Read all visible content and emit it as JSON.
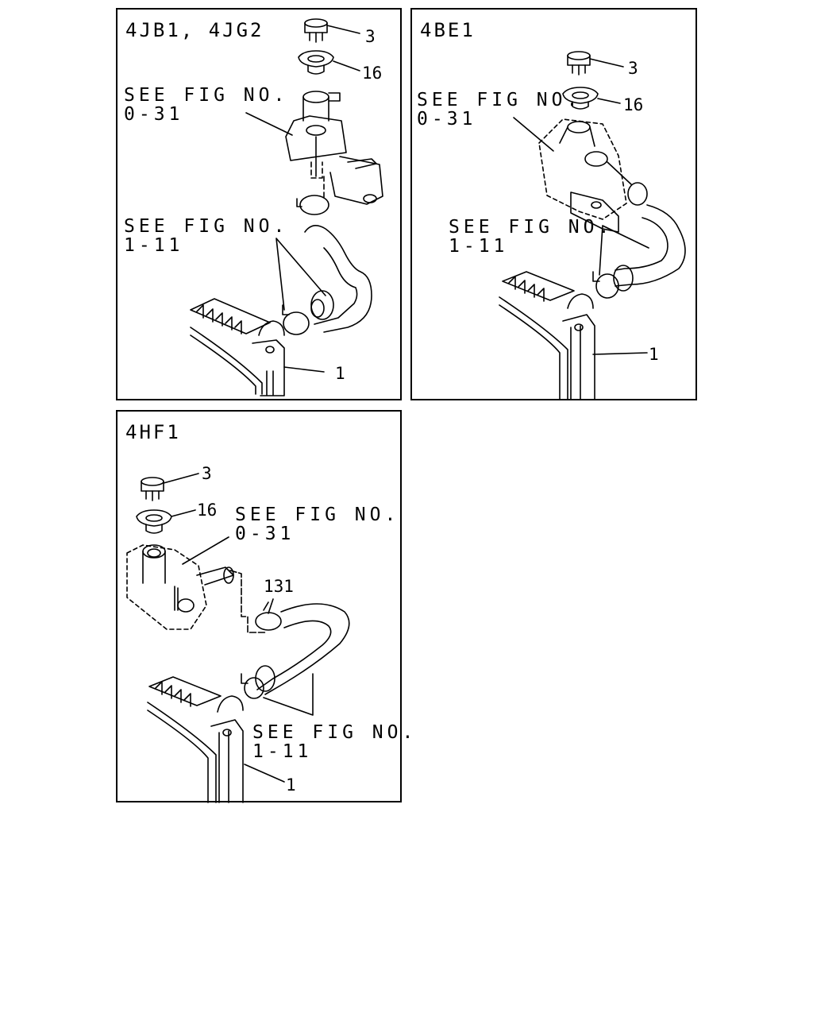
{
  "panels": [
    {
      "title": "4JB1, 4JG2",
      "refs": [
        {
          "line1": "SEE FIG NO.",
          "line2": "0-31"
        },
        {
          "line1": "SEE FIG NO.",
          "line2": "1-11"
        }
      ],
      "callouts": [
        "3",
        "16",
        "1"
      ]
    },
    {
      "title": "4BE1",
      "refs": [
        {
          "line1": "SEE FIG NO.",
          "line2": "0-31"
        },
        {
          "line1": "SEE FIG NO.",
          "line2": "1-11"
        }
      ],
      "callouts": [
        "3",
        "16",
        "1"
      ]
    },
    {
      "title": "4HF1",
      "refs": [
        {
          "line1": "SEE FIG NO.",
          "line2": "0-31"
        },
        {
          "line1": "SEE FIG NO.",
          "line2": "1-11"
        }
      ],
      "callouts": [
        "3",
        "16",
        "131",
        "1"
      ]
    }
  ]
}
